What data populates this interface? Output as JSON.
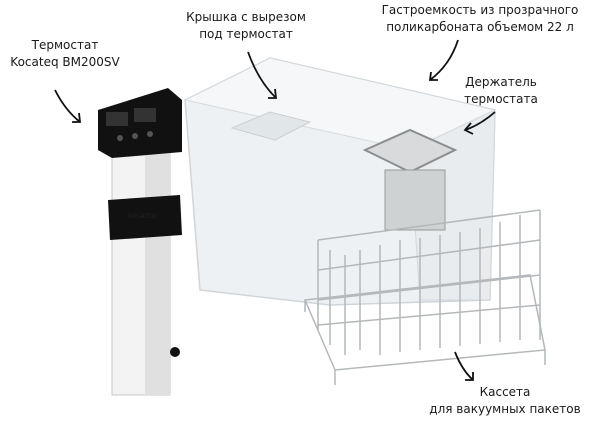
{
  "labels": {
    "thermostat": {
      "line1": "Термостат",
      "line2": "Kocateq BM200SV"
    },
    "lid": {
      "line1": "Крышка с вырезом",
      "line2": "под термостат"
    },
    "container": {
      "line1": "Гастроемкость из прозрачного",
      "line2": "поликарбоната объемом 22 л"
    },
    "holder": {
      "line1": "Держатель",
      "line2": "термостата"
    },
    "rack": {
      "line1": "Кассета",
      "line2": "для вакуумных пакетов"
    }
  },
  "device_brand": "KOCATEQ",
  "colors": {
    "device_body": "#f2f2f2",
    "device_black": "#111111",
    "container": "#e6ebee",
    "wire": "#b9bcbd"
  }
}
